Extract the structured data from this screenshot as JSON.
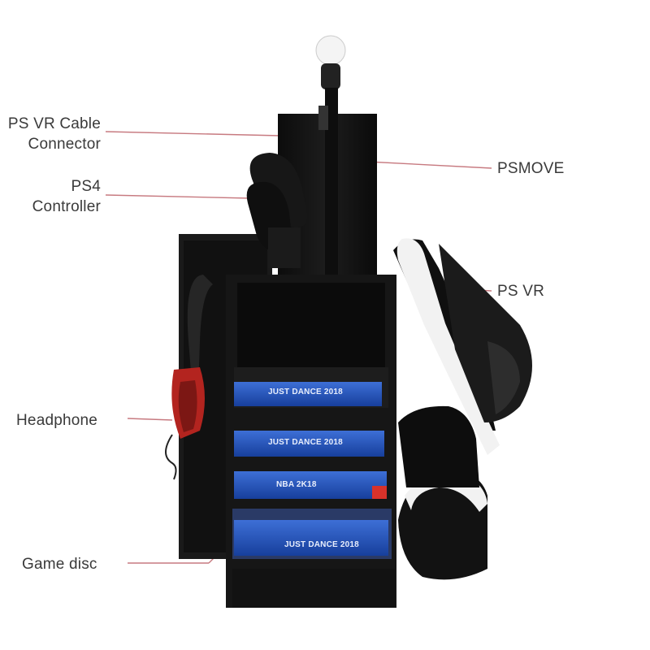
{
  "callouts": {
    "cable_connector": "PS VR Cable\nConnector",
    "ps4_controller": "PS4\nController",
    "headphone": "Headphone",
    "game_disc": "Game disc",
    "psmove": "PSMOVE",
    "psvr": "PS VR"
  },
  "game_cases": {
    "top": "JUST DANCE 2018",
    "second": "JUST DANCE 2018",
    "third": "NBA 2K18",
    "bottom": "JUST DANCE 2018"
  },
  "colors": {
    "leader_line": "#c77a80",
    "label_text": "#3a3a3a",
    "stand_body": "#141414",
    "case_blue": "#1f4fb8",
    "psvr_white": "#f2f2f2",
    "headphone_red": "#b3241f"
  }
}
